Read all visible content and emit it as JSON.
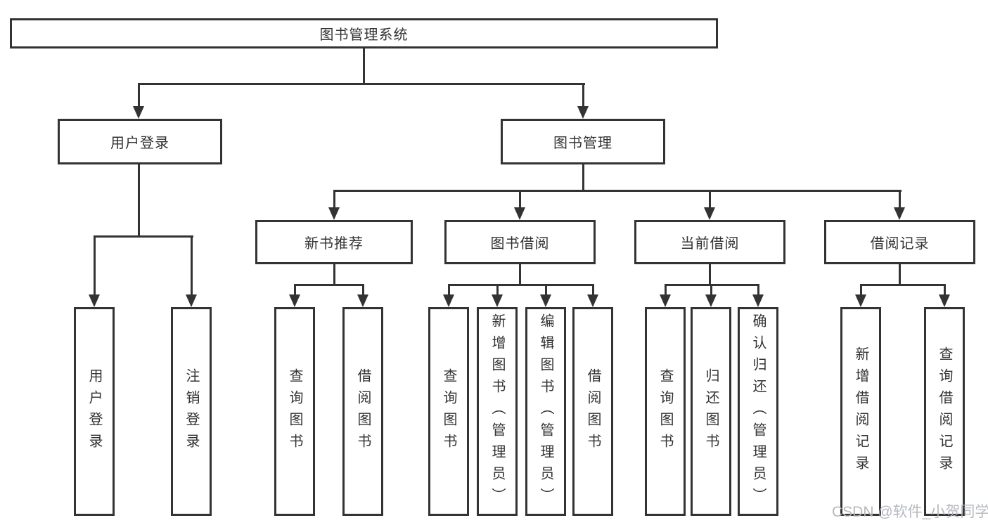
{
  "diagram": {
    "root": {
      "label": "图书管理系统"
    },
    "branches": [
      {
        "label": "用户登录",
        "children": [
          {
            "label": "用户登录"
          },
          {
            "label": "注销登录"
          }
        ]
      },
      {
        "label": "图书管理",
        "children": [
          {
            "label": "新书推荐",
            "children": [
              {
                "label": "查询图书"
              },
              {
                "label": "借阅图书"
              }
            ]
          },
          {
            "label": "图书借阅",
            "children": [
              {
                "label": "查询图书"
              },
              {
                "label": "新增图书（管理员）"
              },
              {
                "label": "编辑图书（管理员）"
              },
              {
                "label": "借阅图书"
              }
            ]
          },
          {
            "label": "当前借阅",
            "children": [
              {
                "label": "查询图书"
              },
              {
                "label": "归还图书"
              },
              {
                "label": "确认归还（管理员）"
              }
            ]
          },
          {
            "label": "借阅记录",
            "children": [
              {
                "label": "新增借阅记录"
              },
              {
                "label": "查询借阅记录"
              }
            ]
          }
        ]
      }
    ]
  },
  "watermark": {
    "text": "CSDN @软件_小贺同学"
  },
  "colors": {
    "line": "#333333",
    "text": "#333333",
    "background": "#ffffff",
    "watermark": "#b1b5bb"
  }
}
